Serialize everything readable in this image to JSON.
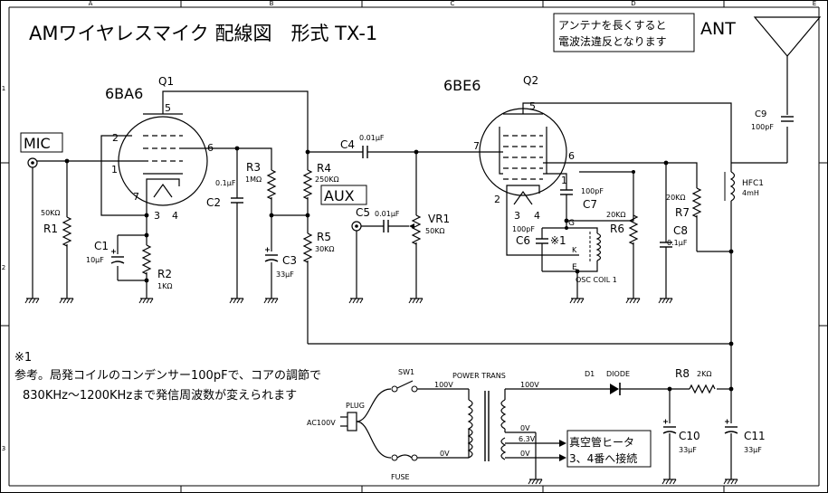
{
  "title": "AMワイヤレスマイク 配線図　形式 TX-1",
  "note_box": [
    "アンテナを長くすると",
    "電波法違反となります"
  ],
  "ant_label": "ANT",
  "grid": {
    "columns": [
      "A",
      "B",
      "C",
      "D",
      "E"
    ],
    "rows": [
      "1",
      "2",
      "3"
    ]
  },
  "tubes": {
    "q1": {
      "ref": "Q1",
      "type": "6BA6",
      "pins": [
        "5",
        "2",
        "6",
        "1",
        "7",
        "3",
        "4"
      ]
    },
    "q2": {
      "ref": "Q2",
      "type": "6BE6",
      "pins": [
        "5",
        "7",
        "6",
        "1",
        "2",
        "3",
        "4"
      ]
    }
  },
  "labels": {
    "mic": "MIC",
    "aux": "AUX",
    "osc_coil": "OSC COIL 1",
    "coil_g": "G",
    "coil_k": "K",
    "coil_e": "E",
    "mark": "※1",
    "power_trans": "POWER  TRANS",
    "plug": "PLUG",
    "ac100v": "AC100V",
    "fuse": "FUSE",
    "sw1": "SW1",
    "pt_100v_left": "100V",
    "pt_0v_left": "0V",
    "pt_100v_right": "100V",
    "pt_0v_a": "0V",
    "pt_63v": "6.3V",
    "pt_0v_b": "0V",
    "diode_ref": "D1",
    "diode_name": "DIODE",
    "heater_box": [
      "真空管ヒータ",
      "3、4番へ接続"
    ]
  },
  "components": {
    "r1": {
      "ref": "R1",
      "value": "50KΩ"
    },
    "r2": {
      "ref": "R2",
      "value": "1KΩ"
    },
    "r3": {
      "ref": "R3",
      "value": "1MΩ"
    },
    "r4": {
      "ref": "R4",
      "value": "250KΩ"
    },
    "r5": {
      "ref": "R5",
      "value": "30KΩ"
    },
    "r6": {
      "ref": "R6",
      "value": "20KΩ"
    },
    "r7": {
      "ref": "R7",
      "value": "20KΩ"
    },
    "r8": {
      "ref": "R8",
      "value": "2KΩ"
    },
    "vr1": {
      "ref": "VR1",
      "value": "50KΩ"
    },
    "c1": {
      "ref": "C1",
      "value": "10μF"
    },
    "c2": {
      "ref": "C2",
      "value": "0.1μF"
    },
    "c3": {
      "ref": "C3",
      "value": "33μF"
    },
    "c4": {
      "ref": "C4",
      "value": "0.01μF"
    },
    "c5": {
      "ref": "C5",
      "value": "0.01μF"
    },
    "c6": {
      "ref": "C6",
      "value": "100pF"
    },
    "c7": {
      "ref": "C7",
      "value": "100pF"
    },
    "c8": {
      "ref": "C8",
      "value": "0.1μF"
    },
    "c9": {
      "ref": "C9",
      "value": "100pF"
    },
    "c10": {
      "ref": "C10",
      "value": "33μF"
    },
    "c11": {
      "ref": "C11",
      "value": "33μF"
    },
    "hfc1": {
      "ref": "HFC1",
      "value": "4mH"
    }
  },
  "footnote": {
    "mark": "※1",
    "lines": [
      "参考。局発コイルのコンデンサー100pFで、コアの調節で",
      "830KHz〜1200KHzまで発信周波数が変えられます"
    ]
  }
}
